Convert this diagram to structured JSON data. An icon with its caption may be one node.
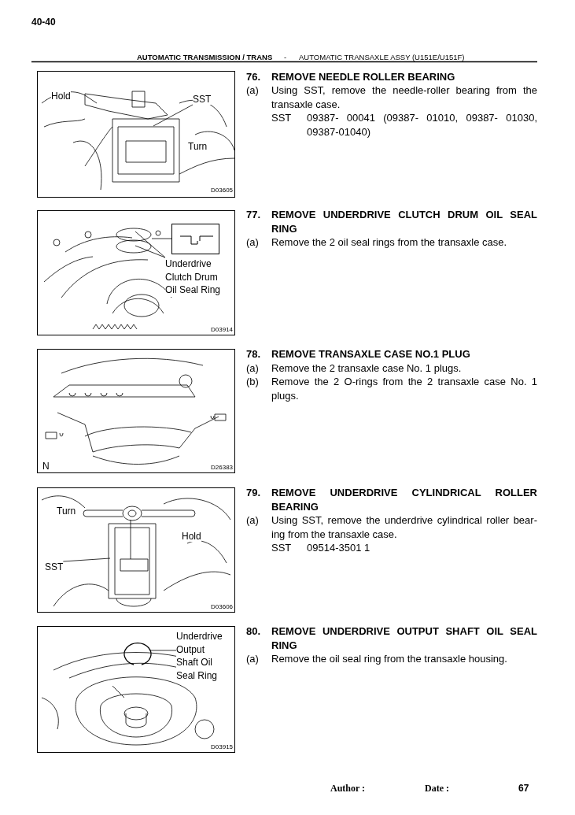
{
  "diagram": {
    "nodes": [
      {
        "text": [
          "D03605"
        ]
      },
      {
        "text": [
          "Hold"
        ],
        "in": 0
      },
      {
        "text": [
          "SST"
        ],
        "in": 0
      },
      {
        "text": [
          "Turn"
        ],
        "in": 0
      },
      {
        "text": [
          "D03914"
        ]
      },
      {
        "text": [],
        "shape": "box",
        "in": 4
      },
      {
        "text": [
          "Underdrive Clutch Drum Oil Seal Ring"
        ],
        "in": 4
      },
      {
        "text": [
          "N",
          "D26383"
        ]
      },
      {
        "text": [
          "D03606"
        ]
      },
      {
        "text": [
          "Turn"
        ],
        "in": 8
      },
      {
        "text": [
          "Hold"
        ],
        "in": 8
      },
      {
        "text": [
          "SST"
        ],
        "in": 8
      },
      {
        "text": [
          "D03915"
        ]
      },
      {
        "text": [
          "Underdrive Output Shaft Oil Seal Ring"
        ],
        "in": 12
      }
    ],
    "edges": [
      {
        "from": 2,
        "to": null,
        "arrow": "none"
      },
      {
        "from": 6,
        "to": null,
        "arrow": "none"
      },
      {
        "from": 6,
        "to": null,
        "arrow": "none"
      },
      {
        "from": 5,
        "to": null,
        "arrow": "none"
      },
      {
        "from": 11,
        "to": null,
        "arrow": "none"
      },
      {
        "from": 13,
        "to": null,
        "arrow": "none"
      }
    ],
    "labels": [
      "40-40",
      "AUTOMATIC TRANSMISSION / TRANS",
      "-",
      "AUTOMATIC TRANSAXLE ASSY (U151E/U151F)",
      "76.",
      "REMOVE NEEDLE ROLLER BEARING",
      "(a)",
      "Using SST, remove the needle-roller bearing from the transaxle case.",
      "SST",
      "09387- 00041 (09387- 01010, 09387- 01030, 09387-01040)",
      "77.",
      "REMOVE UNDERDRIVE CLUTCH DRUM OIL SEAL RING",
      "(a)",
      "Remove the 2 oil seal rings from the transaxle case.",
      "78.",
      "REMOVE TRANSAXLE CASE NO.1 PLUG",
      "(a)",
      "Remove the 2 transaxle case No. 1 plugs.",
      "(b)",
      "Remove the 2 O-rings from the 2 transaxle case No. 1 plugs.",
      "79.",
      "REMOVE UNDERDRIVE CYLINDRICAL ROLLER BEARING",
      "(a)",
      "Using SST, remove the underdrive cylindrical roller bear-ing from the transaxle case.",
      "SST",
      "09514-3501 1",
      "80.",
      "REMOVE UNDERDRIVE OUTPUT SHAFT OIL SEAL RING",
      "(a)",
      "Remove the oil seal ring from the transaxle housing.",
      "Author :",
      "Date :",
      "67"
    ]
  }
}
